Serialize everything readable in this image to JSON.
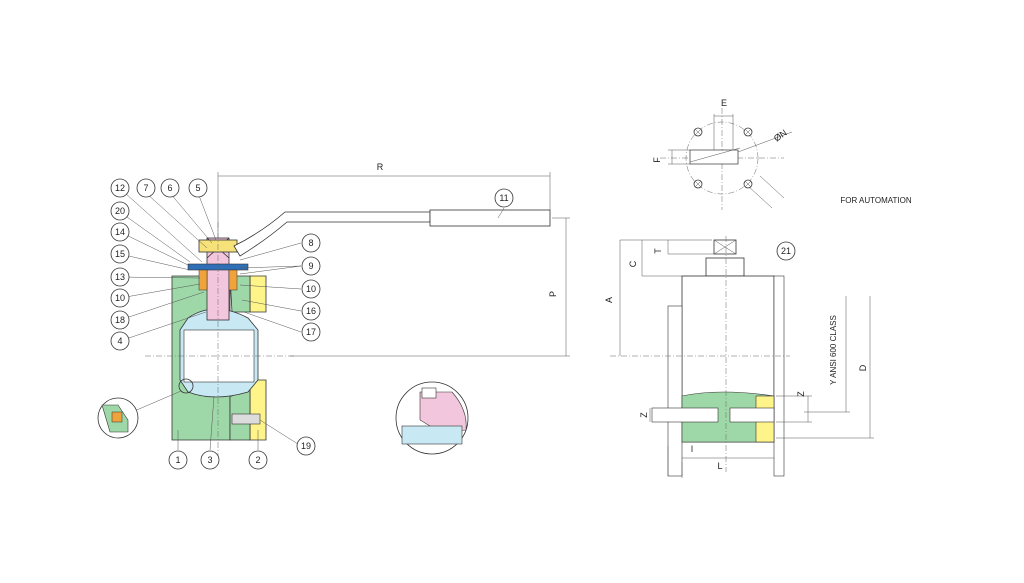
{
  "colors": {
    "body_green": "#9fd8a8",
    "insert_yellow": "#fff48a",
    "stem_pink": "#f2c6dc",
    "ball_blue": "#c8e8f4",
    "seal_orange": "#f0a23c",
    "gland_blue": "#2f6fb7",
    "nut_yellow": "#f7e27a",
    "line": "#333333"
  },
  "callouts": {
    "c1": "1",
    "c2": "2",
    "c3": "3",
    "c4": "4",
    "c5": "5",
    "c6": "6",
    "c7": "7",
    "c8": "8",
    "c9": "9",
    "c10a": "10",
    "c10b": "10",
    "c11": "11",
    "c12": "12",
    "c13": "13",
    "c14": "14",
    "c15": "15",
    "c16": "16",
    "c17": "17",
    "c18": "18",
    "c19": "19",
    "c20": "20",
    "c21": "21"
  },
  "dimensions": {
    "R": "R",
    "P": "P",
    "E": "E",
    "F": "F",
    "N": "ØN",
    "A": "A",
    "C": "C",
    "T": "T",
    "D": "D",
    "Z1": "Z",
    "Z2": "Z",
    "L": "L",
    "l": "l"
  },
  "notes": {
    "automation": "FOR AUTOMATION",
    "class": "Y ANSI 600 CLASS"
  }
}
